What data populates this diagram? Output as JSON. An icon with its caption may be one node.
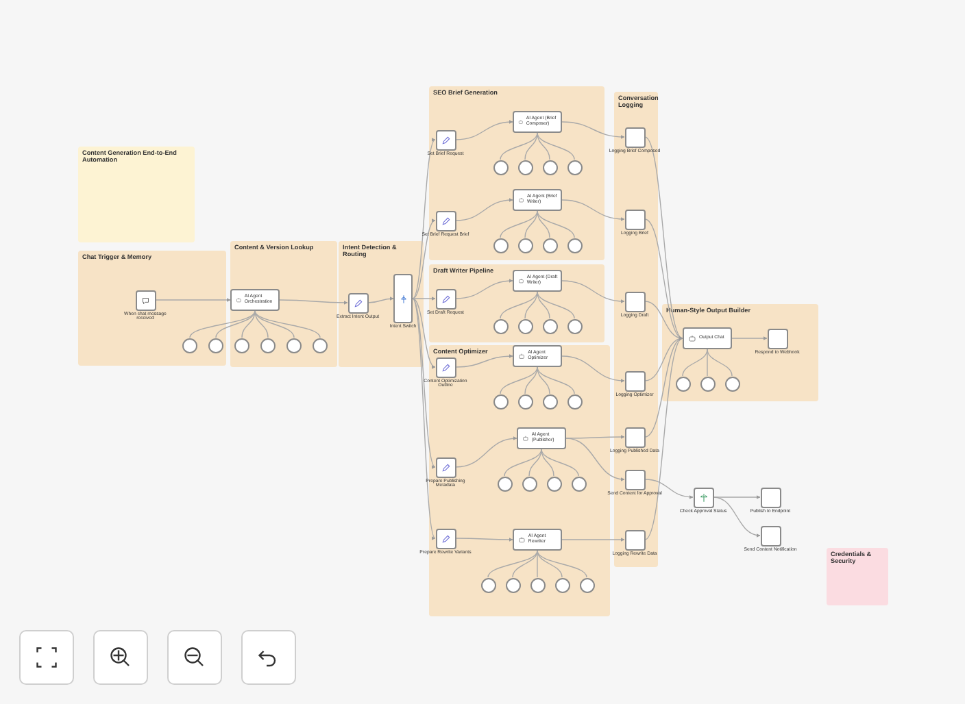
{
  "diagram": {
    "nodes": [
      {
        "text": [
          "Content Generation End-to-End Automation"
        ]
      },
      {
        "text": [
          "Chat Trigger & Memory"
        ]
      },
      {
        "text": [
          "Content & Version Lookup"
        ]
      },
      {
        "text": [
          "Intent Detection & Routing"
        ]
      },
      {
        "text": [
          "SEO Brief Generation"
        ]
      },
      {
        "text": [
          "Draft Writer Pipeline"
        ]
      },
      {
        "text": [
          "Content Optimizer"
        ]
      },
      {
        "text": [
          "Conversation Logging"
        ]
      },
      {
        "text": [
          "Human-Style Output Builder"
        ]
      },
      {
        "text": [
          "Credentials & Security"
        ]
      },
      {
        "text": [
          "When chat message received"
        ],
        "in": 1
      },
      {
        "text": [
          "AI Agent Orchestration"
        ],
        "in": 2
      },
      {
        "text": [
          "Extract Intent Output"
        ],
        "in": 3
      },
      {
        "text": [
          "Intent Switch"
        ],
        "in": 3
      },
      {
        "text": [
          "Set Brief Request"
        ],
        "in": 4
      },
      {
        "text": [
          "AI Agent (Brief Composer)"
        ],
        "in": 4
      },
      {
        "text": [
          "Set Brief Request Brief"
        ],
        "in": 4
      },
      {
        "text": [
          "AI Agent (Brief Writer)"
        ],
        "in": 4
      },
      {
        "text": [
          "Set Draft Request"
        ],
        "in": 5
      },
      {
        "text": [
          "AI Agent (Draft Writer)"
        ],
        "in": 5
      },
      {
        "text": [
          "Content Optimization Outline"
        ],
        "in": 6
      },
      {
        "text": [
          "AI Agent Optimizer"
        ],
        "in": 6
      },
      {
        "text": [
          "Prepare Publishing Metadata"
        ],
        "in": 6
      },
      {
        "text": [
          "AI Agent (Publisher)"
        ],
        "in": 6
      },
      {
        "text": [
          "Prepare Rewrite Variants"
        ],
        "in": 6
      },
      {
        "text": [
          "AI Agent Rewriter"
        ],
        "in": 6
      },
      {
        "text": [
          "Logging Brief Composed"
        ],
        "in": 7
      },
      {
        "text": [
          "Logging Brief"
        ],
        "in": 7
      },
      {
        "text": [
          "Logging Draft"
        ],
        "in": 7
      },
      {
        "text": [
          "Logging Optimizer"
        ],
        "in": 7
      },
      {
        "text": [
          "Logging Published Data"
        ],
        "in": 7
      },
      {
        "text": [
          "Send Content for Approval"
        ],
        "in": 7
      },
      {
        "text": [
          "Logging Rewrite Data"
        ],
        "in": 7
      },
      {
        "text": [
          "Output Chat"
        ],
        "in": 8
      },
      {
        "text": [
          "Respond to Webhook"
        ],
        "in": 8
      },
      {
        "text": [
          "Check Approval Status"
        ]
      },
      {
        "text": [
          "Publish to Endpoint"
        ]
      },
      {
        "text": [
          "Send Content Notification"
        ]
      },
      {
        "text": [],
        "shape": "circle",
        "in": 1
      },
      {
        "text": [],
        "shape": "circle",
        "in": 1
      },
      {
        "text": [],
        "shape": "circle",
        "in": 2
      },
      {
        "text": [],
        "shape": "circle",
        "in": 2
      },
      {
        "text": [],
        "shape": "circle",
        "in": 2
      },
      {
        "text": [],
        "shape": "circle",
        "in": 2
      },
      {
        "text": [],
        "shape": "circle",
        "in": 4
      },
      {
        "text": [],
        "shape": "circle",
        "in": 4
      },
      {
        "text": [],
        "shape": "circle",
        "in": 4
      },
      {
        "text": [],
        "shape": "circle",
        "in": 4
      },
      {
        "text": [],
        "shape": "circle",
        "in": 4
      },
      {
        "text": [],
        "shape": "circle",
        "in": 4
      },
      {
        "text": [],
        "shape": "circle",
        "in": 4
      },
      {
        "text": [],
        "shape": "circle",
        "in": 4
      },
      {
        "text": [],
        "shape": "circle",
        "in": 5
      },
      {
        "text": [],
        "shape": "circle",
        "in": 5
      },
      {
        "text": [],
        "shape": "circle",
        "in": 5
      },
      {
        "text": [],
        "shape": "circle",
        "in": 5
      },
      {
        "text": [],
        "shape": "circle",
        "in": 6
      },
      {
        "text": [],
        "shape": "circle",
        "in": 6
      },
      {
        "text": [],
        "shape": "circle",
        "in": 6
      },
      {
        "text": [],
        "shape": "circle",
        "in": 6
      },
      {
        "text": [],
        "shape": "circle",
        "in": 6
      },
      {
        "text": [],
        "shape": "circle",
        "in": 6
      },
      {
        "text": [],
        "shape": "circle",
        "in": 6
      },
      {
        "text": [],
        "shape": "circle",
        "in": 6
      },
      {
        "text": [],
        "shape": "circle",
        "in": 6
      },
      {
        "text": [],
        "shape": "circle",
        "in": 6
      },
      {
        "text": [],
        "shape": "circle",
        "in": 6
      },
      {
        "text": [],
        "shape": "circle",
        "in": 6
      },
      {
        "text": [],
        "shape": "circle",
        "in": 6
      },
      {
        "text": [],
        "shape": "circle",
        "in": 8
      },
      {
        "text": [],
        "shape": "circle",
        "in": 8
      },
      {
        "text": [],
        "shape": "circle",
        "in": 8
      }
    ],
    "edges": [
      {
        "from": 10,
        "to": 11,
        "arrow": "to"
      },
      {
        "from": 11,
        "to": 12,
        "arrow": "to"
      },
      {
        "from": 12,
        "to": 13,
        "arrow": "to"
      },
      {
        "from": 13,
        "to": 14,
        "arrow": "to"
      },
      {
        "from": 13,
        "to": 16,
        "arrow": "to"
      },
      {
        "from": 13,
        "to": 18,
        "arrow": "to"
      },
      {
        "from": 13,
        "to": 20,
        "arrow": "to"
      },
      {
        "from": 13,
        "to": 22,
        "arrow": "to"
      },
      {
        "from": 13,
        "to": 24,
        "arrow": "to"
      },
      {
        "from": 14,
        "to": 15,
        "arrow": "to"
      },
      {
        "from": 16,
        "to": 17,
        "arrow": "to"
      },
      {
        "from": 18,
        "to": 19,
        "arrow": "to"
      },
      {
        "from": 20,
        "to": 21,
        "arrow": "to"
      },
      {
        "from": 22,
        "to": 23,
        "arrow": "to"
      },
      {
        "from": 24,
        "to": 25,
        "arrow": "to"
      },
      {
        "from": 15,
        "to": 26,
        "arrow": "to"
      },
      {
        "from": 17,
        "to": 27,
        "arrow": "to"
      },
      {
        "from": 19,
        "to": 28,
        "arrow": "to"
      },
      {
        "from": 21,
        "to": 29,
        "arrow": "to"
      },
      {
        "from": 23,
        "to": 30,
        "arrow": "to"
      },
      {
        "from": 23,
        "to": 31,
        "arrow": "to"
      },
      {
        "from": 25,
        "to": 32,
        "arrow": "to"
      },
      {
        "from": 26,
        "to": 33,
        "arrow": "to"
      },
      {
        "from": 27,
        "to": 33,
        "arrow": "to"
      },
      {
        "from": 28,
        "to": 33,
        "arrow": "to"
      },
      {
        "from": 29,
        "to": 33,
        "arrow": "to"
      },
      {
        "from": 30,
        "to": 33,
        "arrow": "to"
      },
      {
        "from": 32,
        "to": 33,
        "arrow": "to"
      },
      {
        "from": 33,
        "to": 34,
        "arrow": "to"
      },
      {
        "from": 31,
        "to": 35,
        "arrow": "to"
      },
      {
        "from": 35,
        "to": 36,
        "arrow": "to"
      },
      {
        "from": 35,
        "to": 37,
        "arrow": "to"
      },
      {
        "from": 38,
        "to": 11,
        "arrow": "none"
      },
      {
        "from": 39,
        "to": 11,
        "arrow": "none"
      },
      {
        "from": 40,
        "to": 11,
        "arrow": "none"
      },
      {
        "from": 41,
        "to": 11,
        "arrow": "none"
      },
      {
        "from": 42,
        "to": 11,
        "arrow": "none"
      },
      {
        "from": 43,
        "to": 11,
        "arrow": "none"
      },
      {
        "from": 44,
        "to": 15,
        "arrow": "none"
      },
      {
        "from": 45,
        "to": 15,
        "arrow": "none"
      },
      {
        "from": 46,
        "to": 15,
        "arrow": "none"
      },
      {
        "from": 47,
        "to": 15,
        "arrow": "none"
      },
      {
        "from": 48,
        "to": 17,
        "arrow": "none"
      },
      {
        "from": 49,
        "to": 17,
        "arrow": "none"
      },
      {
        "from": 50,
        "to": 17,
        "arrow": "none"
      },
      {
        "from": 51,
        "to": 17,
        "arrow": "none"
      },
      {
        "from": 52,
        "to": 19,
        "arrow": "none"
      },
      {
        "from": 53,
        "to": 19,
        "arrow": "none"
      },
      {
        "from": 54,
        "to": 19,
        "arrow": "none"
      },
      {
        "from": 55,
        "to": 19,
        "arrow": "none"
      },
      {
        "from": 56,
        "to": 21,
        "arrow": "none"
      },
      {
        "from": 57,
        "to": 21,
        "arrow": "none"
      },
      {
        "from": 58,
        "to": 21,
        "arrow": "none"
      },
      {
        "from": 59,
        "to": 21,
        "arrow": "none"
      },
      {
        "from": 60,
        "to": 23,
        "arrow": "none"
      },
      {
        "from": 61,
        "to": 23,
        "arrow": "none"
      },
      {
        "from": 62,
        "to": 23,
        "arrow": "none"
      },
      {
        "from": 63,
        "to": 23,
        "arrow": "none"
      },
      {
        "from": 64,
        "to": 25,
        "arrow": "none"
      },
      {
        "from": 65,
        "to": 25,
        "arrow": "none"
      },
      {
        "from": 66,
        "to": 25,
        "arrow": "none"
      },
      {
        "from": 67,
        "to": 25,
        "arrow": "none"
      },
      {
        "from": 68,
        "to": 25,
        "arrow": "none"
      },
      {
        "from": 69,
        "to": 33,
        "arrow": "none"
      },
      {
        "from": 70,
        "to": 33,
        "arrow": "none"
      },
      {
        "from": 71,
        "to": 33,
        "arrow": "none"
      }
    ]
  }
}
